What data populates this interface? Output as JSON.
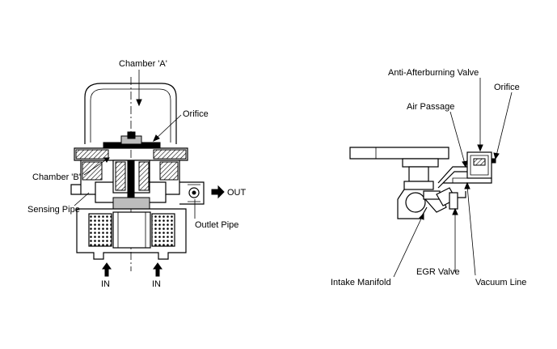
{
  "left_diagram": {
    "labels": {
      "chamber_a": "Chamber 'A'",
      "orifice": "Orifice",
      "chamber_b": "Chamber 'B'",
      "sensing_pipe": "Sensing Pipe",
      "outlet_pipe": "Outlet Pipe",
      "out": "OUT",
      "in_left": "IN",
      "in_right": "IN"
    }
  },
  "right_diagram": {
    "labels": {
      "anti_afterburning_valve": "Anti-Afterburning Valve",
      "orifice": "Orifice",
      "air_passage": "Air Passage",
      "intake_manifold": "Intake Manifold",
      "egr_valve": "EGR Valve",
      "vacuum_line": "Vacuum Line"
    }
  }
}
